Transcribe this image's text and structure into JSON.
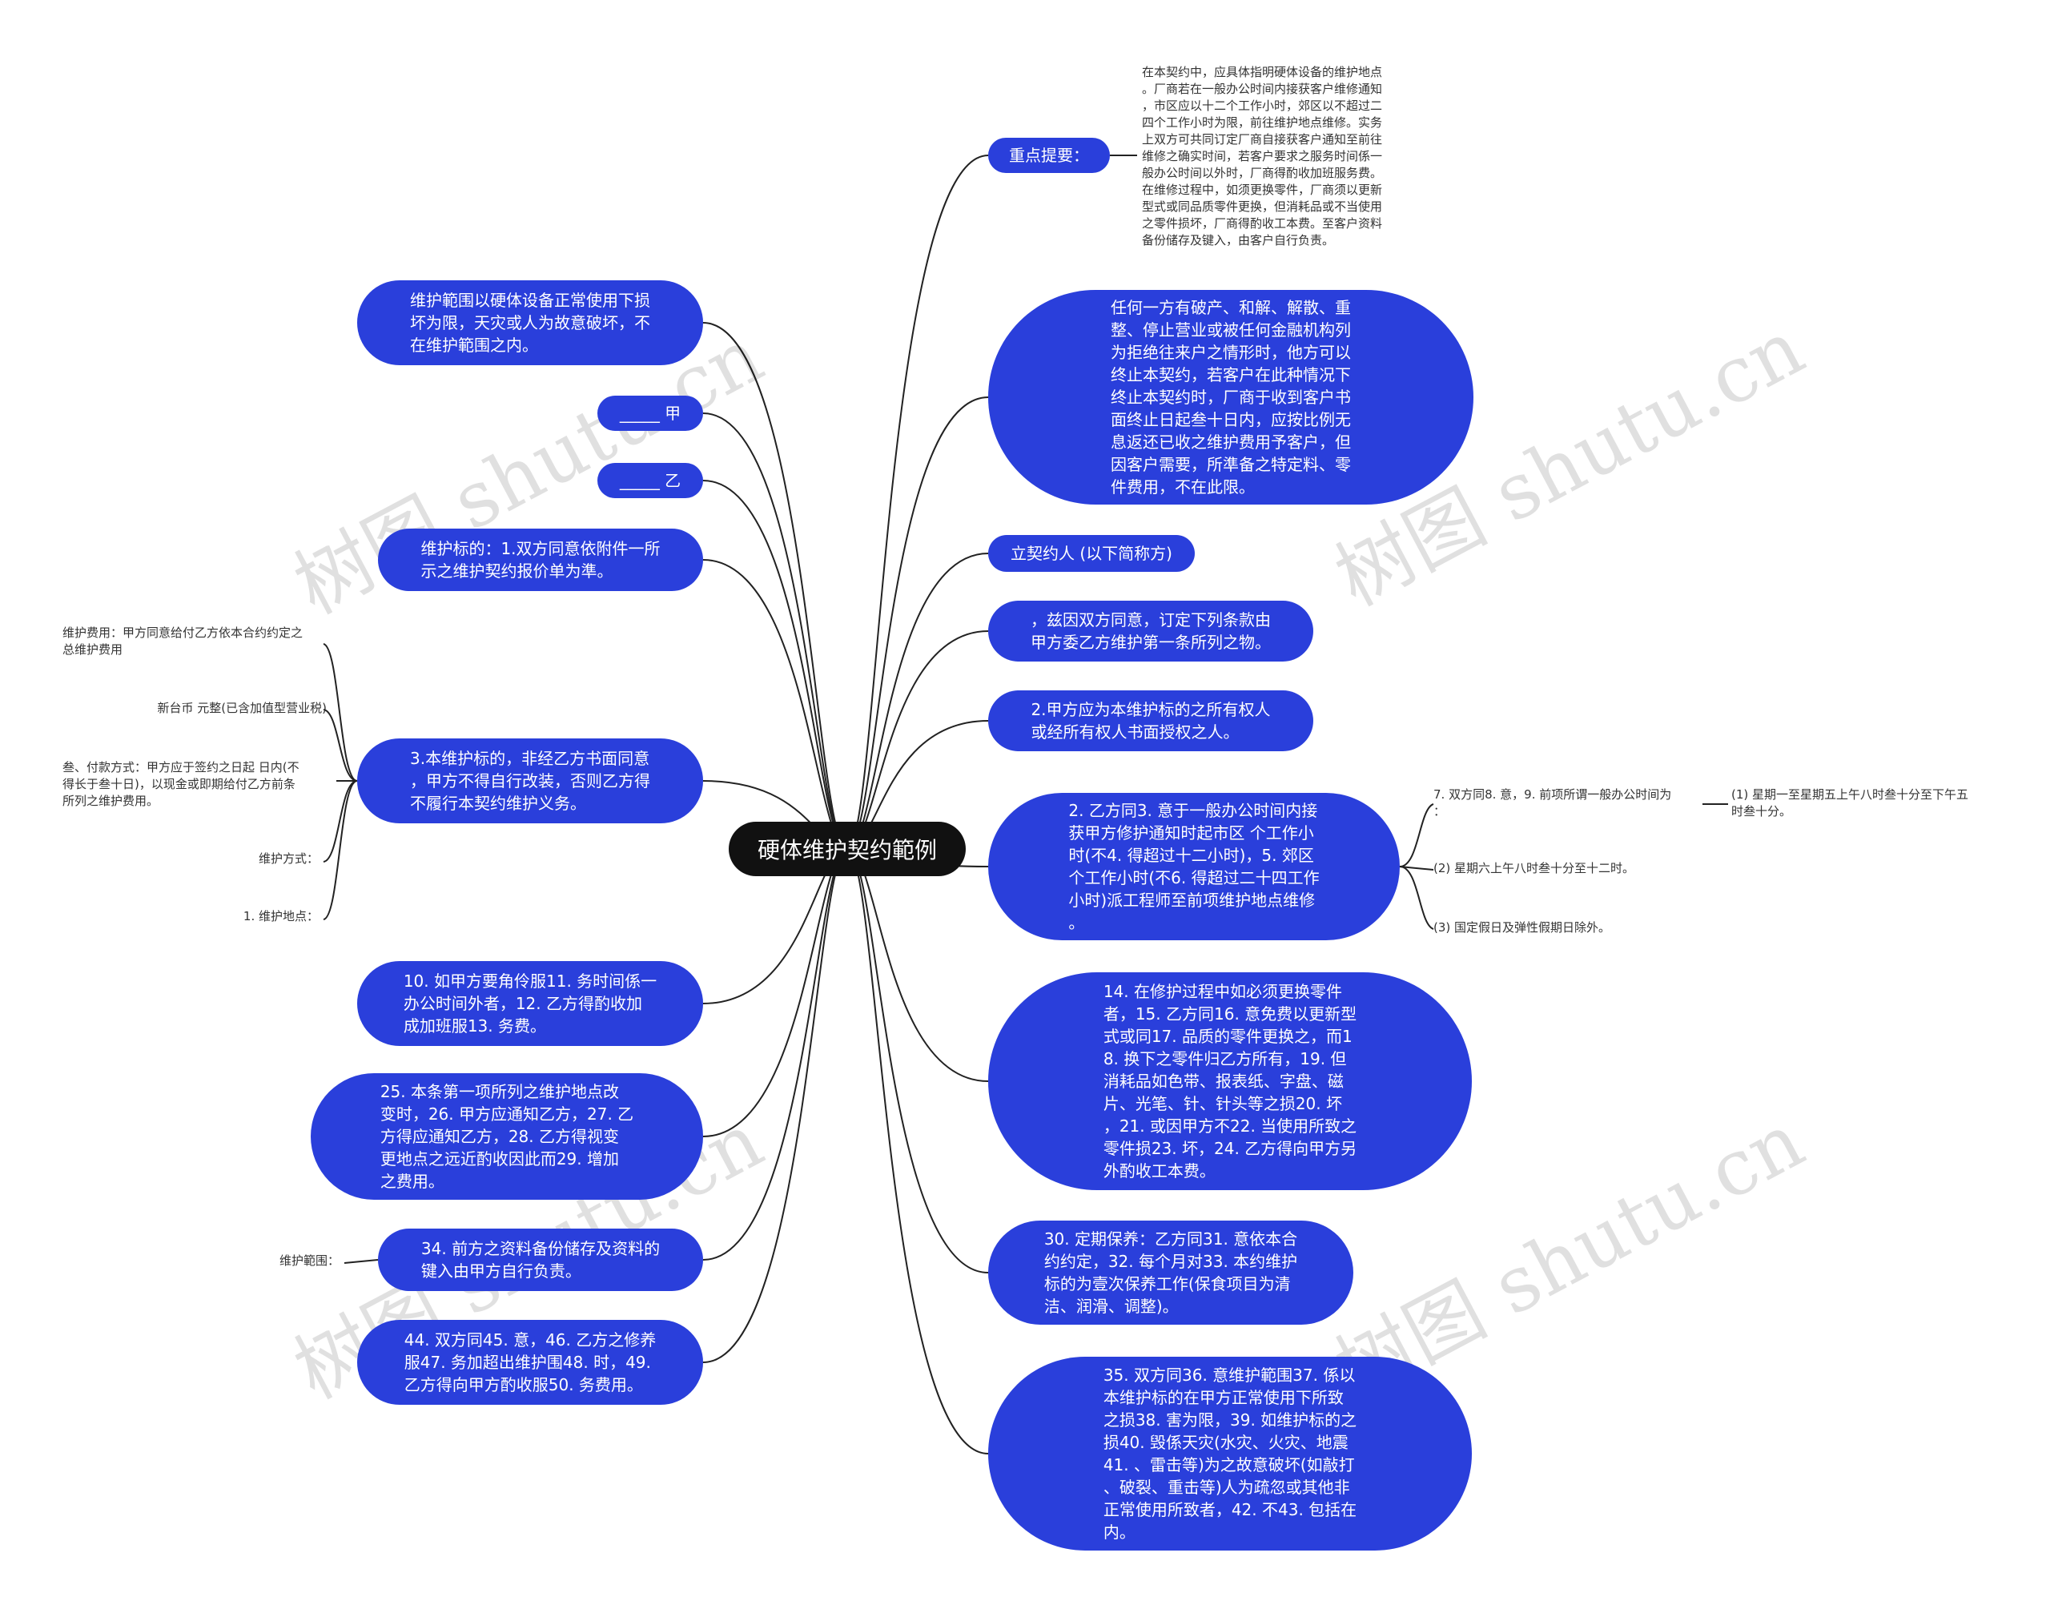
{
  "root": {
    "label": "硬体维护契约範例"
  },
  "right": [
    {
      "id": "r1",
      "label": "重点提要："
    },
    {
      "id": "r2",
      "label": "任何一方有破产、和解、解散、重\n整、停止营业或被任何金融机构列\n为拒绝往来户之情形时，他方可以\n终止本契约，若客户在此种情况下\n终止本契约时，厂商于收到客户书\n面终止日起叁十日内，应按比例无\n息返还已收之维护费用予客户，但\n因客户需要，所準备之特定料、零\n件费用，不在此限。"
    },
    {
      "id": "r3",
      "label": "立契约人 (以下简称方)"
    },
    {
      "id": "r4",
      "label": "，兹因双方同意，订定下列条款由\n甲方委乙方维护第一条所列之物。"
    },
    {
      "id": "r5",
      "label": "2.甲方应为本维护标的之所有权人\n或经所有权人书面授权之人。"
    },
    {
      "id": "r6",
      "label": "2. 乙方同3. 意于一般办公时间内接\n获甲方修护通知时起市区 个工作小\n时(不4. 得超过十二小时)，5. 郊区\n个工作小时(不6. 得超过二十四工作\n小时)派工程师至前项维护地点维修\n。"
    },
    {
      "id": "r7",
      "label": "14. 在修护过程中如必须更换零件\n者，15. 乙方同16. 意免费以更新型\n式或同17. 品质的零件更换之，而1\n8. 换下之零件归乙方所有，19. 但\n消耗品如色带、报表纸、字盘、磁\n片、光笔、针、针头等之损20. 坏\n，21. 或因甲方不22. 当使用所致之\n零件损23. 坏，24. 乙方得向甲方另\n外酌收工本费。"
    },
    {
      "id": "r8",
      "label": "30. 定期保养：乙方同31. 意依本合\n约约定，32. 每个月对33. 本约维护\n标的为壹次保养工作(保食项目为清\n洁、润滑、调整)。"
    },
    {
      "id": "r9",
      "label": "35. 双方同36. 意维护範围37. 係以\n本维护标的在甲方正常使用下所致\n之损38. 害为限，39. 如维护标的之\n损40. 毁係天灾(水灾、火灾、地震\n41. 、雷击等)为之故意破坏(如敲打\n、破裂、重击等)人为疏忽或其他非\n正常使用所致者，42. 不43. 包括在\n内。"
    }
  ],
  "left": [
    {
      "id": "l1",
      "label": "维护範围以硬体设备正常使用下损\n坏为限，天灾或人为故意破坏，不\n在维护範围之内。"
    },
    {
      "id": "l2",
      "label": "_____ 甲"
    },
    {
      "id": "l3",
      "label": "_____ 乙"
    },
    {
      "id": "l4",
      "label": "维护标的：1.双方同意依附件一所\n示之维护契约报价单为準。"
    },
    {
      "id": "l5",
      "label": "3.本维护标的，非经乙方书面同意\n，甲方不得自行改装，否则乙方得\n不履行本契约维护义务。"
    },
    {
      "id": "l6",
      "label": "10. 如甲方要角伶服11. 务时间係一\n办公时间外者，12. 乙方得酌收加\n成加班服13. 务费。"
    },
    {
      "id": "l7",
      "label": "25. 本条第一项所列之维护地点改\n变时，26. 甲方应通知乙方，27. 乙\n方得应通知乙方，28. 乙方得视变\n更地点之远近酌收因此而29. 增加\n之费用。"
    },
    {
      "id": "l8",
      "label": "34. 前方之资料备份储存及资料的\n键入由甲方自行负责。"
    },
    {
      "id": "l9",
      "label": "44. 双方同45. 意，46. 乙方之修养\n服47. 务加超出维护围48. 时，49.\n乙方得向甲方酌收服50. 务费用。"
    }
  ],
  "leaves": {
    "r1_note": "在本契约中，应具体指明硬体设备的维护地点\n。厂商若在一般办公时间内接获客户维修通知\n，市区应以十二个工作小时，郊区以不超过二\n四个工作小时为限，前往维护地点维修。实务\n上双方可共同订定厂商自接获客户通知至前往\n维修之确实时间，若客户要求之服务时间係一\n般办公时间以外时，厂商得酌收加班服务费。\n在维修过程中，如须更换零件，厂商须以更新\n型式或同品质零件更换，但消耗品或不当使用\n之零件损坏，厂商得酌收工本费。至客户资料\n备份储存及键入，由客户自行负责。",
    "r6_a": "7. 双方同8. 意，9. 前项所谓一般办公时间为\n：",
    "r6_a1": "(1) 星期一至星期五上午八时叁十分至下午五\n时叁十分。",
    "r6_b": "(2) 星期六上午八时叁十分至十二时。",
    "r6_c": "(3) 国定假日及弹性假期日除外。",
    "l5_a": "维护费用：甲方同意给付乙方依本合约约定之\n总维护费用",
    "l5_b": "新台币 元整(已含加值型营业税)",
    "l5_c": "叁、付款方式：甲方应于签约之日起 日内(不\n得长于叁十日)，以现金或即期给付乙方前条\n所列之维护费用。",
    "l5_d": "维护方式：",
    "l5_e": "1. 维护地点：",
    "l8_a": "维护範围："
  },
  "watermark": "树图 shutu.cn",
  "colors": {
    "node": "#2a3fdb",
    "root": "#111111",
    "line": "#222222"
  }
}
